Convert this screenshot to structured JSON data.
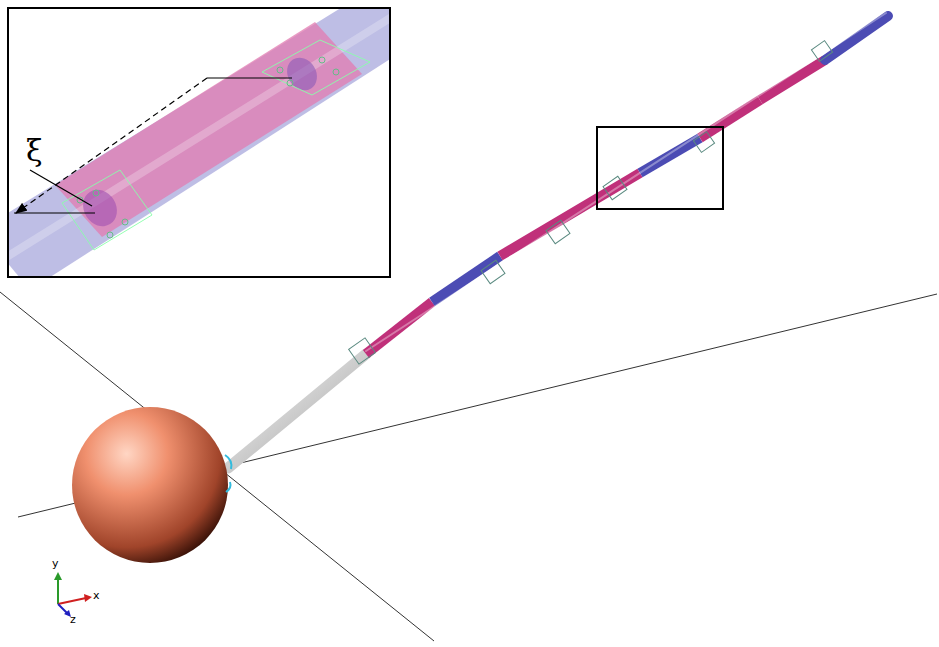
{
  "diagram": {
    "labels": [
      "ξ",
      "y",
      "x",
      "z"
    ]
  }
}
